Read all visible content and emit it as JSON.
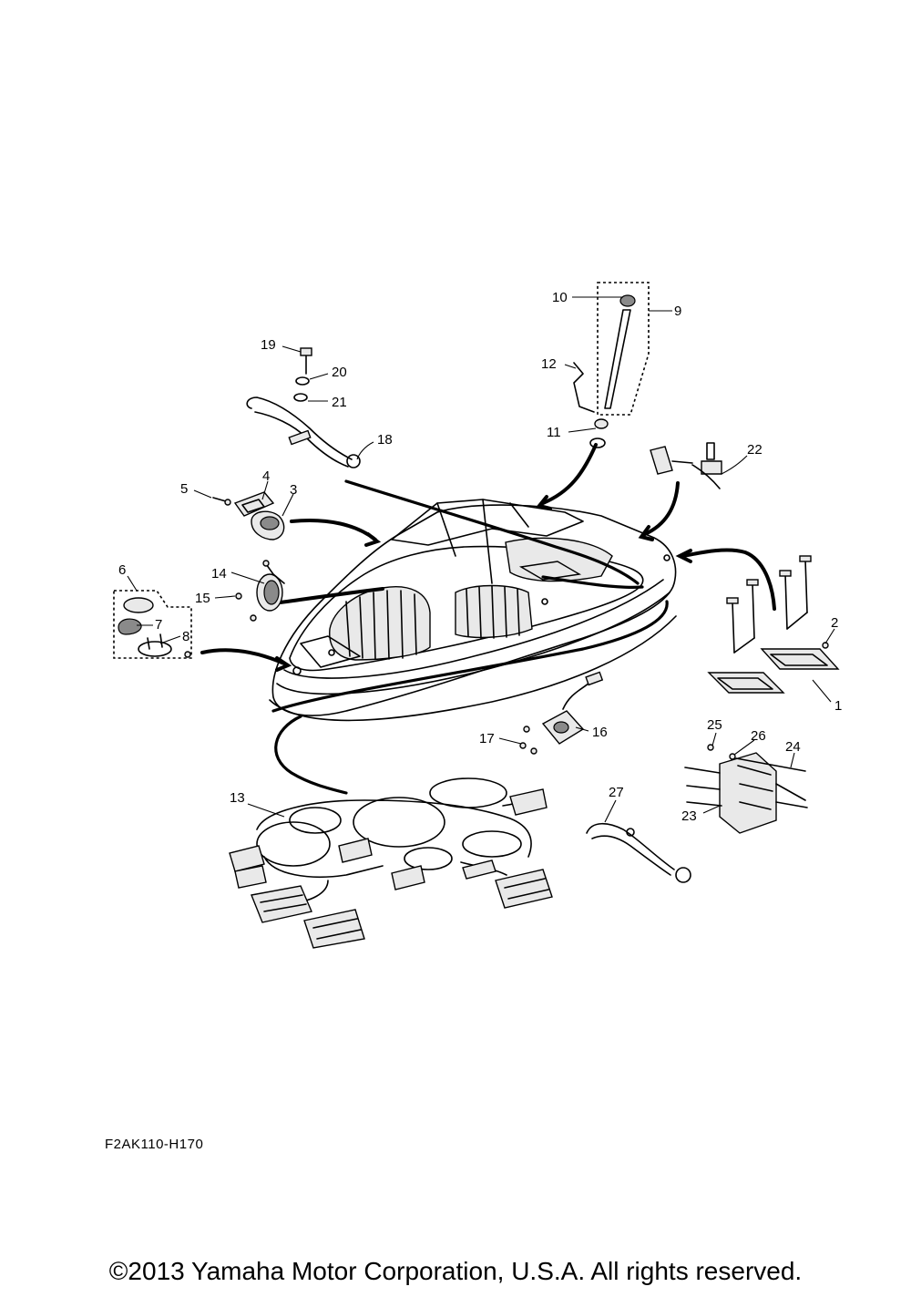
{
  "callouts": [
    {
      "id": "1",
      "label": "1"
    },
    {
      "id": "2",
      "label": "2"
    },
    {
      "id": "3",
      "label": "3"
    },
    {
      "id": "4",
      "label": "4"
    },
    {
      "id": "5",
      "label": "5"
    },
    {
      "id": "6",
      "label": "6"
    },
    {
      "id": "7",
      "label": "7"
    },
    {
      "id": "8",
      "label": "8"
    },
    {
      "id": "9",
      "label": "9"
    },
    {
      "id": "10",
      "label": "10"
    },
    {
      "id": "11",
      "label": "11"
    },
    {
      "id": "12",
      "label": "12"
    },
    {
      "id": "13",
      "label": "13"
    },
    {
      "id": "14",
      "label": "14"
    },
    {
      "id": "15",
      "label": "15"
    },
    {
      "id": "16",
      "label": "16"
    },
    {
      "id": "17",
      "label": "17"
    },
    {
      "id": "18",
      "label": "18"
    },
    {
      "id": "19",
      "label": "19"
    },
    {
      "id": "20",
      "label": "20"
    },
    {
      "id": "21",
      "label": "21"
    },
    {
      "id": "22",
      "label": "22"
    },
    {
      "id": "23",
      "label": "23"
    },
    {
      "id": "24",
      "label": "24"
    },
    {
      "id": "25",
      "label": "25"
    },
    {
      "id": "26",
      "label": "26"
    },
    {
      "id": "27",
      "label": "27"
    }
  ],
  "diagram_code": "F2AK110-H170",
  "copyright": "©2013 Yamaha Motor Corporation, U.S.A. All rights reserved."
}
